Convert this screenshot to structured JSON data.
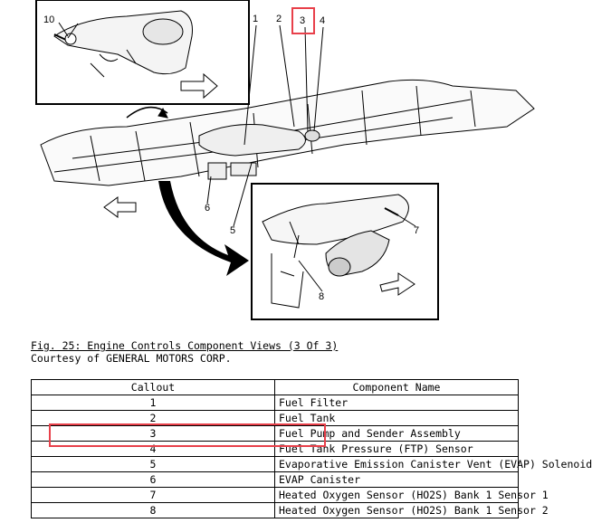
{
  "diagram": {
    "callouts": [
      "1",
      "2",
      "3",
      "4",
      "5",
      "6",
      "7",
      "8",
      "10"
    ]
  },
  "figure": {
    "title": "Fig. 25: Engine Controls Component Views (3 Of 3)",
    "credit": "Courtesy of GENERAL MOTORS CORP."
  },
  "table": {
    "headers": [
      "Callout",
      "Component Name"
    ],
    "rows": [
      {
        "callout": "1",
        "name": "Fuel Filter"
      },
      {
        "callout": "2",
        "name": "Fuel Tank"
      },
      {
        "callout": "3",
        "name": "Fuel Pump and Sender Assembly"
      },
      {
        "callout": "4",
        "name": "Fuel Tank Pressure (FTP) Sensor"
      },
      {
        "callout": "5",
        "name": "Evaporative Emission Canister Vent (EVAP) Solenoid"
      },
      {
        "callout": "6",
        "name": "EVAP Canister"
      },
      {
        "callout": "7",
        "name": "Heated Oxygen Sensor (HO2S) Bank 1 Sensor 1"
      },
      {
        "callout": "8",
        "name": "Heated Oxygen Sensor (HO2S) Bank 1 Sensor 2"
      }
    ]
  },
  "highlight_color": "#e8404a"
}
